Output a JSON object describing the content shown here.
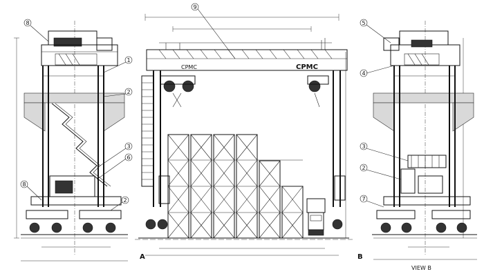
{
  "drawing": {
    "banner": "CPMC",
    "section_a": "A",
    "section_b": "B",
    "view_label": "VIEW B",
    "callouts": [
      "9",
      "1",
      "2",
      "3",
      "6",
      "8",
      "5",
      "4",
      "3",
      "2",
      "7"
    ]
  },
  "colors": {
    "line": "#111111",
    "hatch": "#d9d9d9",
    "background": "#ffffff"
  }
}
